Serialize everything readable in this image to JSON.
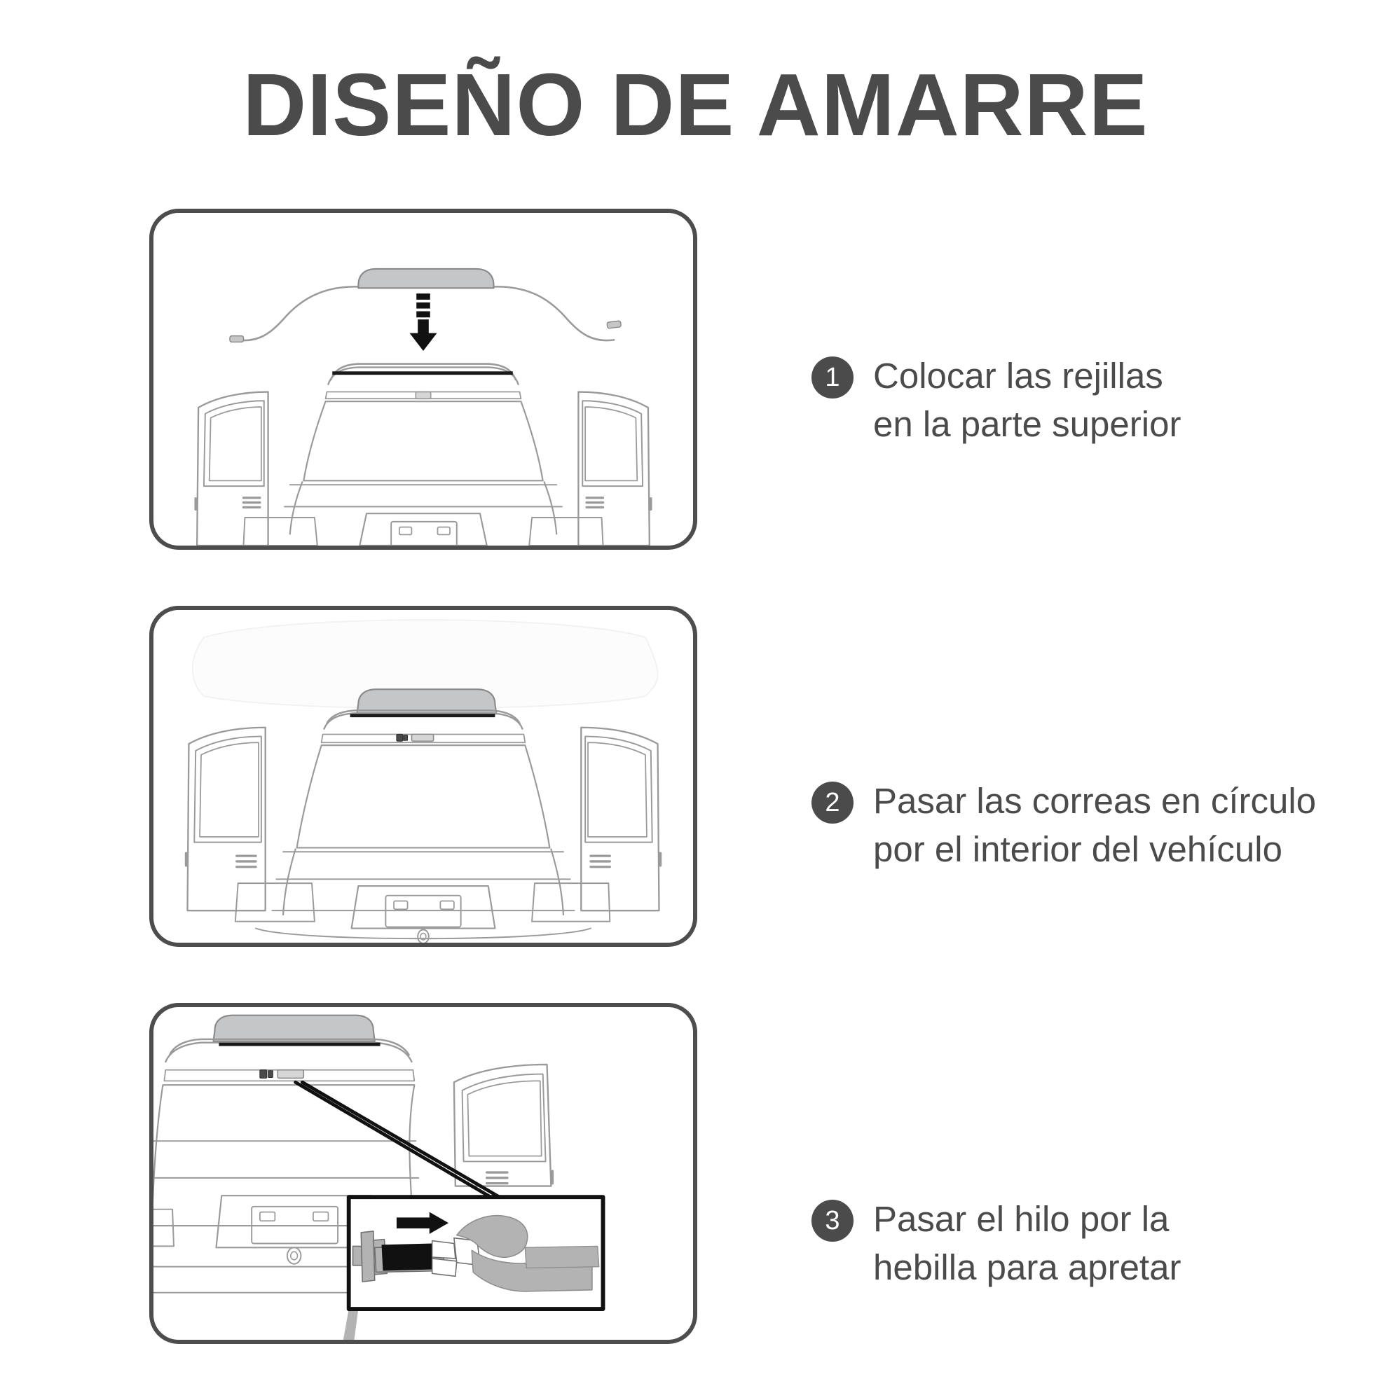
{
  "page": {
    "title": "DISEÑO DE AMARRE",
    "background_color": "#ffffff",
    "text_color": "#4b4b4b",
    "panel_border_color": "#4d4d4d"
  },
  "steps": [
    {
      "number": "1",
      "text": "Colocar las rejillas\nen la parte superior",
      "illustration": {
        "name": "car-rear-with-shade-above",
        "description": "Vista trasera del vehículo con las puertas abiertas; la rejilla con correas se muestra encima y una flecha negra apunta hacia abajo",
        "elements": [
          "car-rear-outline",
          "open-left-door",
          "open-right-door",
          "rear-window",
          "license-plate",
          "mesh-screen",
          "strap-cord",
          "down-arrow-icon"
        ],
        "shade_fill": "#c4c6c8",
        "line_color": "#9a9a9a",
        "arrow_color": "#111111"
      }
    },
    {
      "number": "2",
      "text": "Pasar las correas en círculo\npor el interior del vehículo",
      "illustration": {
        "name": "car-rear-with-shade-installed",
        "description": "Rejilla instalada sobre el techo; las correas pasan por el interior del vehículo",
        "elements": [
          "car-rear-outline",
          "open-left-door",
          "open-right-door",
          "rear-window",
          "license-plate",
          "mesh-screen-installed",
          "strap-buckle"
        ],
        "shade_fill": "#c4c6c8",
        "line_color": "#9a9a9a"
      }
    },
    {
      "number": "3",
      "text": "Pasar el hilo por la\nhebilla para apretar",
      "illustration": {
        "name": "buckle-tightening-detail",
        "description": "Primer plano de la hebilla con una mano tirando de la correa; flecha negra hacia la derecha",
        "elements": [
          "car-rear-outline",
          "open-right-door",
          "strap-line",
          "zoom-inset-box",
          "right-arrow-icon",
          "hand",
          "buckle",
          "strap-webbing"
        ],
        "shade_fill": "#c4c6c8",
        "line_color": "#9a9a9a",
        "hand_fill": "#b3b3b3",
        "buckle_fill": "#111111",
        "arrow_color": "#111111"
      }
    }
  ]
}
